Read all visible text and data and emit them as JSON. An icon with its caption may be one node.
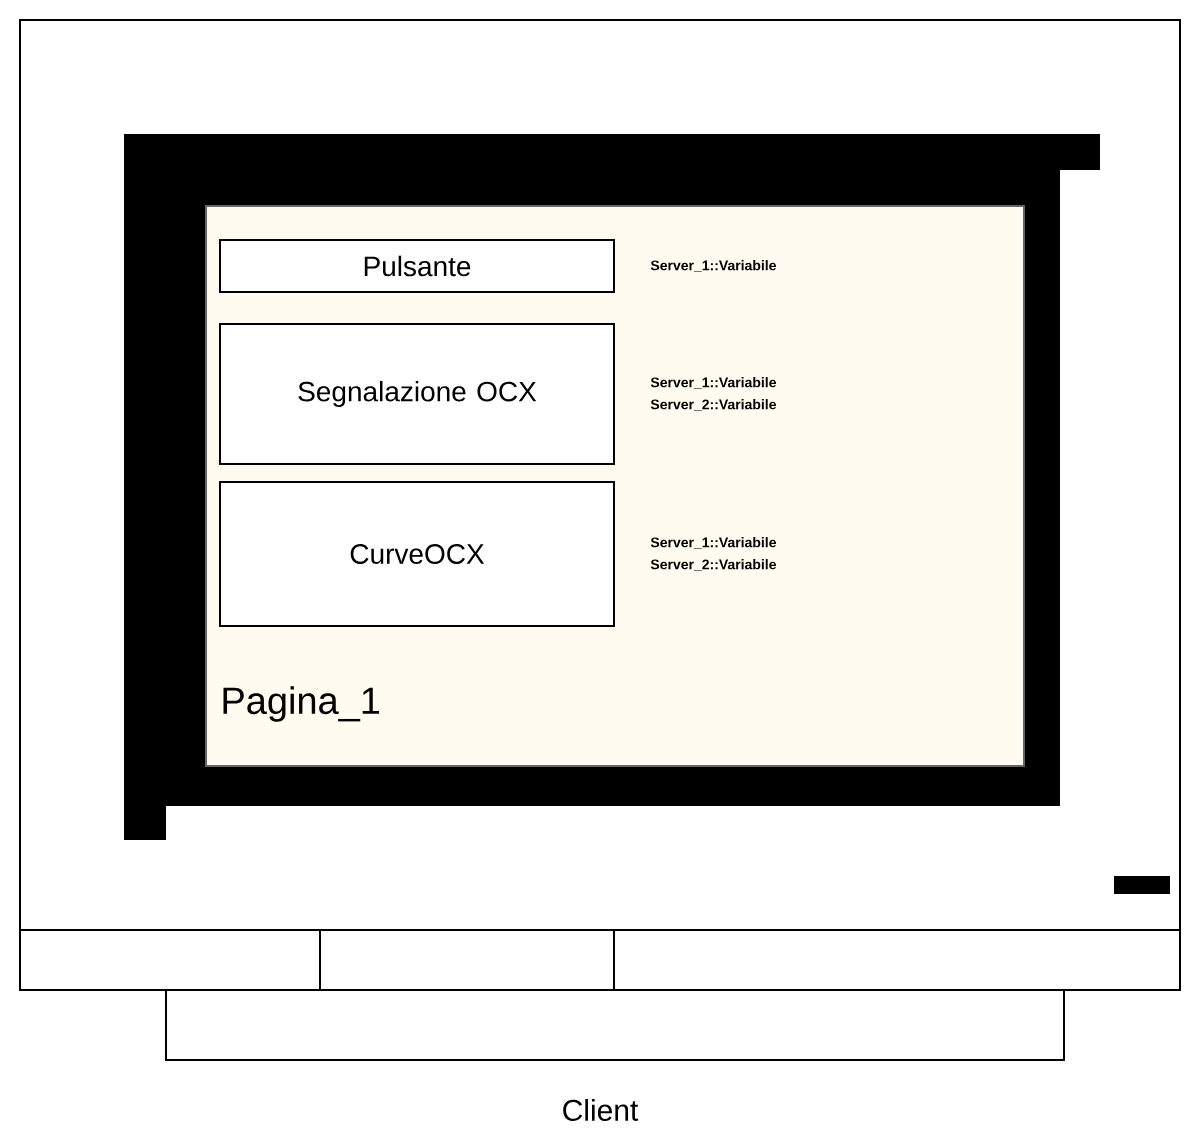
{
  "diagram": {
    "nodes": [
      {
        "text": [
          "Pagina_1"
        ]
      },
      {
        "text": [
          "Pulsante"
        ],
        "in": 0,
        "beside": [
          "Server_1::Variabile"
        ]
      },
      {
        "text": [
          "Segnalazione OCX"
        ],
        "in": 0,
        "beside": [
          "Server_1::Variabile",
          "Server_2::Variabile"
        ]
      },
      {
        "text": [
          "CurveOCX"
        ],
        "in": 0,
        "beside": [
          "Server_1::Variabile",
          "Server_2::Variabile"
        ]
      }
    ],
    "labels": [
      "Client"
    ]
  }
}
